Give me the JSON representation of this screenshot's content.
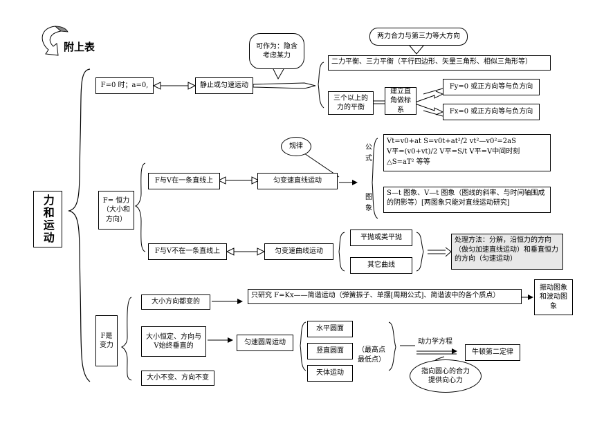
{
  "header": {
    "title": "附上表"
  },
  "root": {
    "label": "力和运动"
  },
  "branch_zero": {
    "condition": "F=0 时；a=0,",
    "motion": "静止或匀速运动",
    "bubble": "可作为：隐含考虑某力",
    "top_note": "两力合力与第三力等大方向",
    "two_three": "二力平衡、三力平衡（平行四边形、矢量三角形、相似三角形等）",
    "multi": "三个以上的力的平衡",
    "coord": "建立直角做标系",
    "fy": "Fy=0 或正方向等与负方向",
    "fx": "Fx=0 或正方向等与负方向"
  },
  "branch_const": {
    "label": "F= 恒力（大小和方向）",
    "line_case": "F与V在一条直线上",
    "line_motion": "匀变速直线运动",
    "law_bubble": "规律",
    "formula_label": "公式",
    "formula_1": "Vt=v0+at   S=v0t+at²/2   vt²—v0²=2aS",
    "formula_2": "V平=(v0+vt)/2   V平=S/t   V平=V中间时刻",
    "formula_3": "△S=aT²  等等",
    "graph_label": "图象",
    "graph_text": "S—t 图象、V—t 图象（图线的斜率、与时间轴围成的阴影等）[两图象只能对直线运动研究]",
    "curve_case": "F与V不在一条直线上",
    "curve_motion": "匀变速曲线运动",
    "projectile": "平抛或类平抛",
    "other_curve": "其它曲线",
    "method": "处理方法：分解，沿恒力的方向（做匀加速直线运动）和垂直恒力的方向（匀速运动）"
  },
  "branch_var": {
    "label": "F是变力",
    "all_vary": "大小方向都变的",
    "shm": "只研究 F=Kx——简谐运动（弹簧振子、单摆[周期公式]、简谐波中的各个质点）",
    "wave_graph": "振动图象和波动图象",
    "circ_case": "大小恒定、方向与V始终垂直的",
    "circ_motion": "匀速圆周运动",
    "horizontal": "水平圆面",
    "vertical": "竖直圆面",
    "extremes": "（最高点最低点）",
    "celestial": "天体运动",
    "dyn_eq": "动力学方程",
    "newton": "牛顿第二定律",
    "centripetal": "指向圆心的合力提供向心力",
    "constant": "大小不变、方向不变"
  }
}
